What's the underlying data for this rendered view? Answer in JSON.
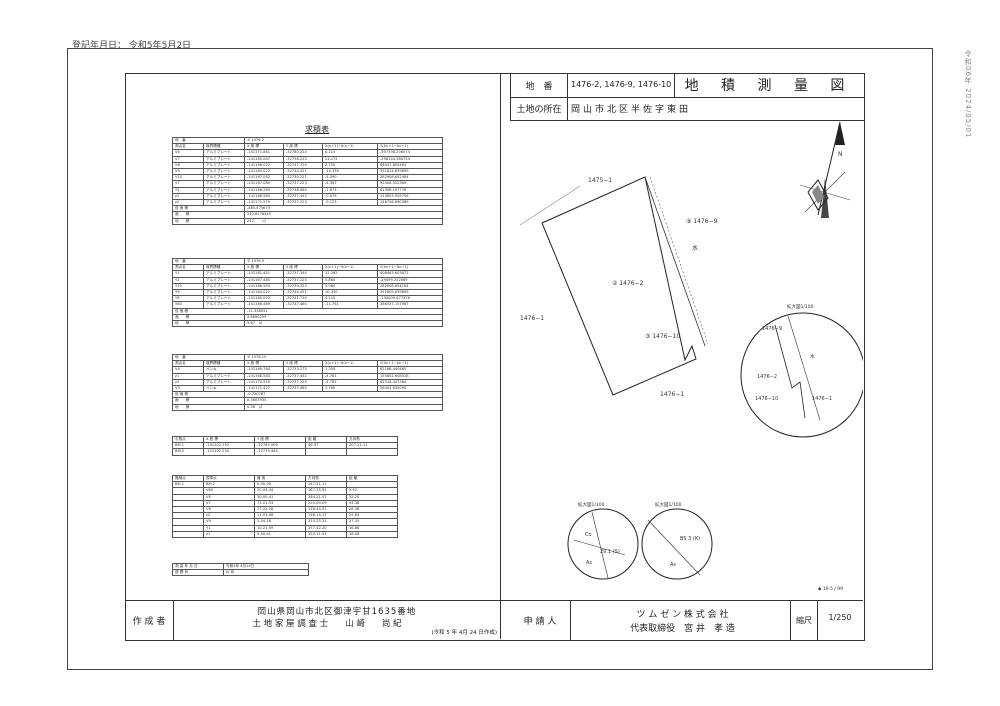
{
  "header": {
    "registration_date": "登記年月日： 令和5年5月2日",
    "side_stamp": "令和06年 2024/05/01",
    "lot_label": "地　番",
    "lot_value": "1476-2, 1476-9, 1476-10",
    "doc_title": "地 積 測 量 図",
    "location_label": "土地の所在",
    "location_value": "岡山市北区半佐字東田"
  },
  "calc": {
    "title": "求積表",
    "t1": {
      "head": [
        "地　番",
        "① 1476-2"
      ],
      "cols": [
        "測点名",
        "境界標種",
        "X 座 標",
        "Y 座 標",
        "X(n+1)−X(n−1)",
        "Y(Xn+1−Xn−1)"
      ],
      "rows": [
        [
          "V6",
          "アルミプレート",
          "-141171.861",
          "-32780.224",
          "0.215",
          "-597398.206074"
        ],
        [
          "V7",
          "アルミプレート",
          "-141165.067",
          "-32758.223",
          "21.172",
          "-298144.384754"
        ],
        [
          "V8",
          "アルミプレート",
          "-141166.022",
          "-32741.720",
          "2.750",
          "66447.805484"
        ],
        [
          "V9",
          "アルミプレート",
          "-141164.022",
          "-32744.421",
          "-10.330",
          "351814.639899"
        ],
        [
          "V10",
          "アルミプレート",
          "-141167.082",
          "-32730.221",
          "-5.090",
          "282908.652484"
        ],
        [
          "Y7",
          "アルミプレート",
          "-141167.080",
          "-32737.223",
          "-4.367",
          "92408.552389"
        ],
        [
          "Y2",
          "アルミプレート",
          "-141166.283",
          "-32738.480",
          "-1.873",
          "61398.197778"
        ],
        [
          "z1",
          "アルミプレート",
          "-141166.583",
          "-32737.443",
          "-0.079",
          "113603.509756"
        ],
        [
          "z2",
          "アルミプレート",
          "-141171.579",
          "-32737.223",
          "-0.123",
          "246756.690389"
        ]
      ],
      "sums": [
        [
          "倍 面 積",
          "-485.475673"
        ],
        [
          "面　　積",
          "242.8278540"
        ],
        [
          "地　　積",
          "242.　　㎡"
        ]
      ]
    },
    "t2": {
      "head": [
        "地　番",
        "② 1476-9"
      ],
      "cols": [
        "測点名",
        "境界標種",
        "X 座 標",
        "Y 座 標",
        "X(n+1)−X(n−1)",
        "Y(Xn+1−Xn−1)"
      ],
      "rows": [
        [
          "Y1",
          "アルミプレート",
          "-141181.421",
          "-32737.344",
          "12.262",
          "408463.603872"
        ],
        [
          "Y2",
          "アルミプレート",
          "-141167.480",
          "-32737.223",
          "5.860",
          "-29499.252869"
        ],
        [
          "Y10",
          "アルミプレート",
          "-141166.553",
          "-32739.223",
          "5.060",
          "282908.654164"
        ],
        [
          "Y9",
          "アルミプレート",
          "-141164.022",
          "-32744.421",
          "10.330",
          "351809.639899"
        ],
        [
          "Y8",
          "アルミプレート",
          "-141165.022",
          "-32741.720",
          "4.210",
          "-130009.677376"
        ],
        [
          "Y80",
          "アルミプレート",
          "-141166.469",
          "-32747.480",
          "-11.761",
          "386527.157987"
        ]
      ],
      "sums": [
        [
          "倍 面 積",
          "-11.338051"
        ],
        [
          "面　　積",
          "5.6690255"
        ],
        [
          "地　　積",
          "5.67　㎡"
        ]
      ]
    },
    "t3": {
      "head": [
        "地　番",
        "③ 1476-10"
      ],
      "cols": [
        "測点名",
        "境界標種",
        "X 座 標",
        "Y 座 標",
        "X(n+1)−X(n−1)",
        "Y(Xn+1−Xn−1)"
      ],
      "rows": [
        [
          "V4",
          "ペンキ",
          "-141169.784",
          "-32733.275",
          "1.355",
          "62168.440465"
        ],
        [
          "z1",
          "アルミプレート",
          "-141168.583",
          "-32737.442",
          "-4.761",
          "155852.608528"
        ],
        [
          "z2",
          "アルミプレート",
          "-141170.510",
          "-32737.229",
          "-4.785",
          "62318.447384"
        ],
        [
          "V3",
          "ペンキ",
          "-141171.427",
          "-32737.480",
          "1.789",
          "58402.635090"
        ]
      ],
      "sums": [
        [
          "倍 面 積",
          "-0.720787"
        ],
        [
          "面　　積",
          "0.3603935"
        ],
        [
          "地　　積",
          "0.36　㎡"
        ]
      ]
    },
    "t4": {
      "cols": [
        "引照点",
        "X 座 標",
        "Y 座 標",
        "距 離",
        "方向角"
      ],
      "rows": [
        [
          "BM.1",
          "-141202.252",
          "-32785.009",
          "46.97",
          "307-21-11"
        ],
        [
          "BM.2",
          "-141202.230",
          "-32779.464",
          "",
          ""
        ]
      ]
    },
    "t5": {
      "cols": [
        "器械点",
        "視準点",
        "器 角",
        "方向角",
        "距 離"
      ],
      "rows": [
        [
          "BM.1",
          "BM.2",
          "0-00-00",
          "147-21-11",
          ""
        ],
        [
          "",
          "V80",
          "20-04-44",
          "167-25-55",
          "5.42"
        ],
        [
          "",
          "V6",
          "30-00-41",
          "184-21-52",
          "52.20"
        ],
        [
          "",
          "V7",
          "73-01-53",
          "220-09-09",
          "94.38"
        ],
        [
          "",
          "V8",
          "27-22-28",
          "178-44-52",
          "28.38"
        ],
        [
          "",
          "z2",
          "11-03-08",
          "158-14-17",
          "25.84"
        ],
        [
          "",
          "V9",
          "5-04-18",
          "153-25-31",
          "27.35"
        ],
        [
          "",
          "Y1",
          "10-21-09",
          "157-42-20",
          "16.88"
        ],
        [
          "",
          "z1",
          "5-50-41",
          "154-11-52",
          "16.08"
        ]
      ]
    },
    "t6": {
      "rows": [
        [
          "測 量 年 月 日",
          "令和5年 4月14日"
        ],
        [
          "座 標 系",
          "IV 系"
        ]
      ]
    }
  },
  "map": {
    "north": "N",
    "lots": {
      "top": "1475−1",
      "left": "1476−1",
      "bottom": "1476−1",
      "lot9": "⑨ 1476−9",
      "lot2": "② 1476−2",
      "lot10": "③ 1476−10",
      "water": "水"
    },
    "circle1": {
      "scale": "拡大図1/100",
      "l9": "1476−9",
      "l2": "1476−2",
      "l10": "1476−10",
      "l1": "1476−1",
      "water": "水"
    },
    "circle2": {
      "scale": "拡大図1/100",
      "p1": "Co",
      "p2": "As",
      "p3": "29.1 (S)"
    },
    "circle3": {
      "scale": "拡大図1/100",
      "p1": "BS 3 (K)",
      "p2": "As"
    },
    "mark": "◆ 19.5 / 99"
  },
  "footer": {
    "author_label": "作 成 者",
    "author_addr": "岡山県岡山市北区御津宇甘1635番地",
    "author_name": "土 地 家 屋 調 査 士　　山 崎　　尚 紀",
    "author_date": "(令和 5 年 4月 24 日作成)",
    "applicant_label": "申 請 人",
    "company": "ツ ム ゼ ン 株 式 会 社",
    "rep": "代表取締役　宮 井　孝 造",
    "scale_label": "縮尺",
    "scale_value": "1/250"
  }
}
